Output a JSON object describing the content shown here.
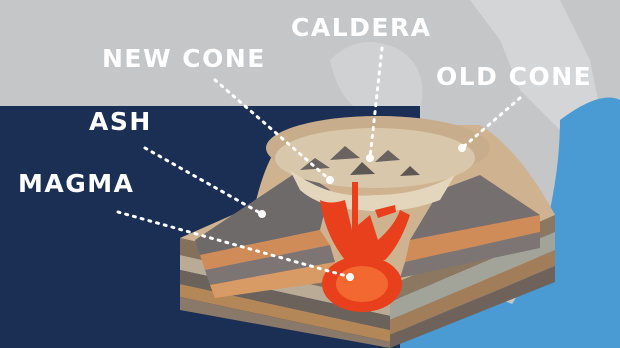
{
  "labels": {
    "caldera": "CALDERA",
    "new_cone": "NEW CONE",
    "old_cone": "OLD CONE",
    "ash": "ASH",
    "magma": "MAGMA"
  },
  "colors": {
    "sky": "#c4c6c8",
    "night_panel": "#1b2f55",
    "sea": "#4a9bd4",
    "crater_floor": "#d9c7ab",
    "cone_rim": "#cfb390",
    "magma": "#e8401c",
    "label_text": "#ffffff"
  }
}
